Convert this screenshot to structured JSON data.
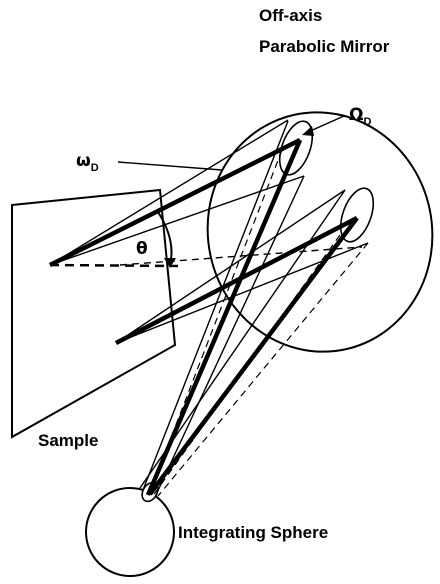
{
  "labels": {
    "mirror_line1": "Off-axis",
    "mirror_line2": "Parabolic Mirror",
    "omega_d": "ω",
    "omega_d_sub": "D",
    "big_omega_d": "Ω",
    "big_omega_d_sub": "D",
    "theta": "θ",
    "sample": "Sample",
    "sphere": "Integrating Sphere"
  }
}
